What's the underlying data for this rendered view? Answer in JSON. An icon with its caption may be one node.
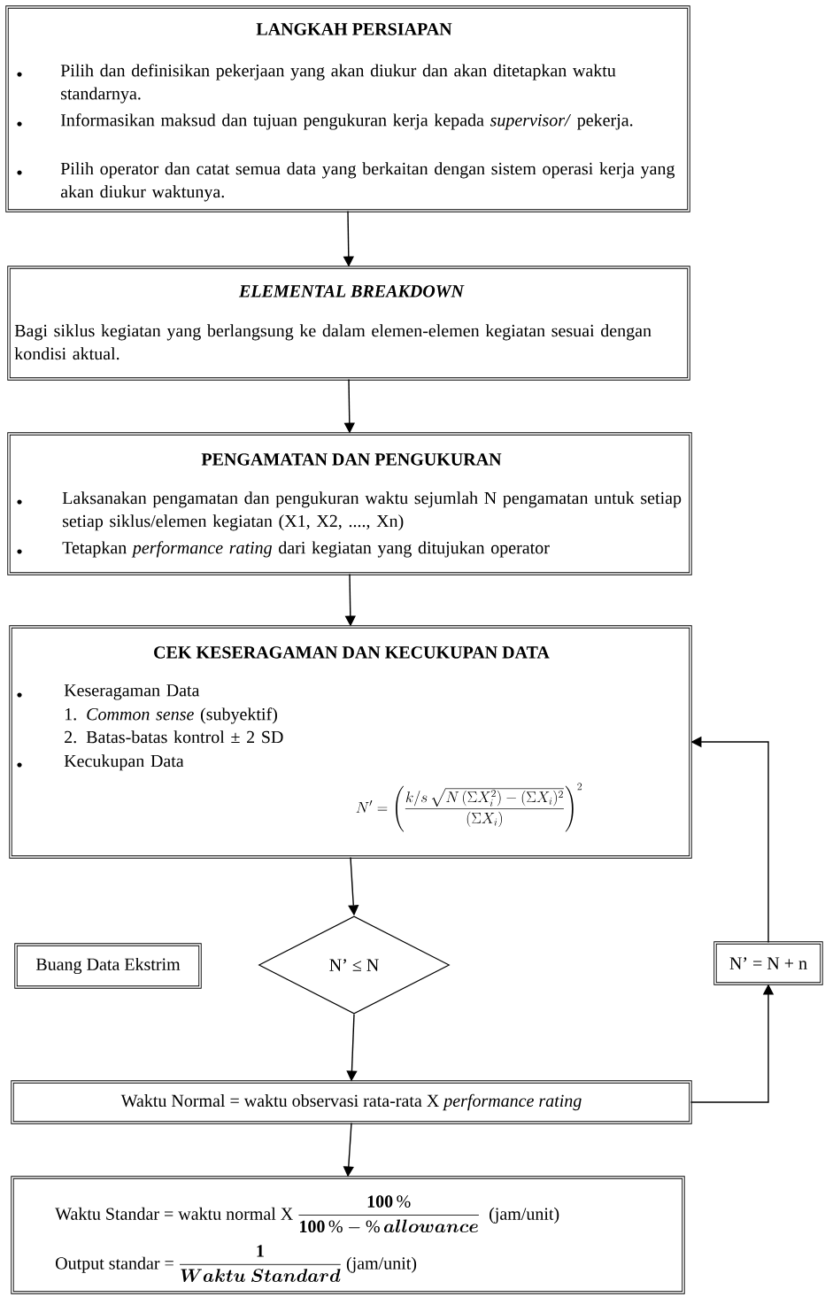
{
  "diagram": {
    "nodes": [
      {
        "text": [
          "LANGKAH PERSIAPAN",
          "Pilih dan definisikan pekerjaan yang akan diukur dan akan ditetapkan waktu standarnya.",
          "Informasikan maksud dan tujuan pengukuran kerja kepada *supervisor/* pekerja.",
          "Pilih operator dan catat semua data yang berkaitan dengan sistem operasi kerja yang akan diukur waktunya."
        ]
      },
      {
        "text": [
          "ELEMENTAL BREAKDOWN",
          "Bagi siklus kegiatan yang berlangsung ke dalam elemen-elemen kegiatan sesuai dengan kondisi aktual."
        ]
      },
      {
        "text": [
          "PENGAMATAN DAN PENGUKURAN",
          "Laksanakan pengamatan dan pengukuran waktu sejumlah N pengamatan untuk setiap setiap siklus/elemen kegiatan (X1, X2, ...., Xn)",
          "Tetapkan *performance rating* dari kegiatan yang ditujukan operator"
        ]
      },
      {
        "text": [
          "CEK KESERAGAMAN DAN KECUKUPAN DATA",
          "Keseragaman Data",
          "1. *Common sense* (subyektif)",
          "2. Batas-batas kontrol ± 2 SD",
          "Kecukupan Data",
          "N' = \\left(\\frac{k/s\\,\\sqrt{N\\,(\\Sigma X_i^2) - (\\Sigma X_i)^2}}{(\\Sigma X_i)}\\right)^2"
        ]
      },
      {
        "text": [
          "Buang Data Ekstrim"
        ]
      },
      {
        "text": [
          "N’ ≤ N"
        ]
      },
      {
        "text": [
          "N’ = N + n"
        ]
      },
      {
        "text": [
          "Waktu Normal = waktu observasi rata-rata X *performance rating*"
        ]
      },
      {
        "text": [
          "\\text{Waktu Standar = waktu normal X }\\frac{\\mathbf{100\\,\\%}}{\\mathbf{100\\,\\% - \\%}\\,\\boldsymbol{allowance}}\\text{ \\ (jam/unit)}",
          "\\text{Output standar = }\\frac{\\mathbf{1}}{\\boldsymbol{Waktu\\ Standard}}\\text{ (jam/unit)}"
        ]
      }
    ],
    "edges": [
      {
        "from": 0,
        "to": 1,
        "arrow": "to"
      },
      {
        "from": 1,
        "to": 2,
        "arrow": "to"
      },
      {
        "from": 2,
        "to": 3,
        "arrow": "to"
      },
      {
        "from": 3,
        "to": 5,
        "arrow": "to"
      },
      {
        "from": 5,
        "to": 7,
        "arrow": "to"
      },
      {
        "from": 7,
        "to": 8,
        "arrow": "to"
      },
      {
        "from": 7,
        "to": 6,
        "arrow": "to"
      },
      {
        "from": 6,
        "to": 3,
        "arrow": "to"
      }
    ]
  }
}
